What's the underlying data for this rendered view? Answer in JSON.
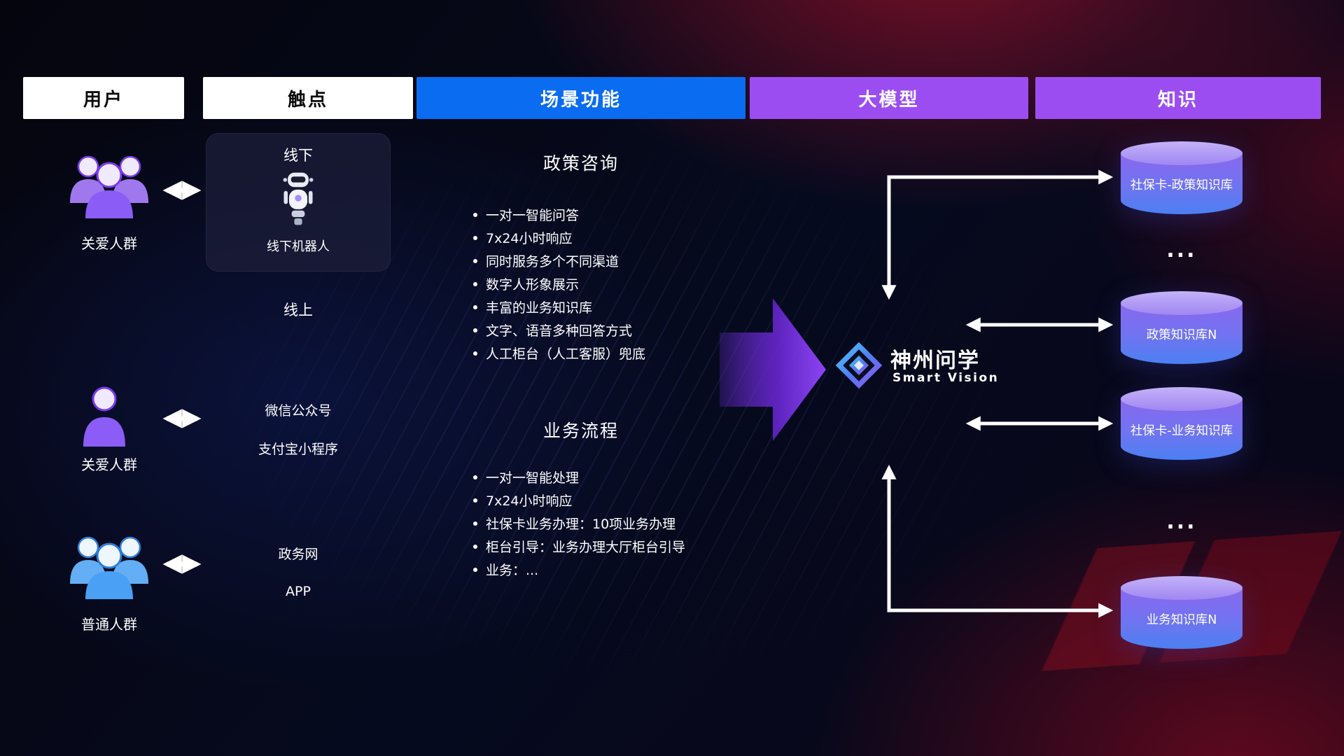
{
  "header": {
    "columns": [
      {
        "label": "用户"
      },
      {
        "label": "触点"
      },
      {
        "label": "场景功能"
      },
      {
        "label": "大模型"
      },
      {
        "label": "知识"
      }
    ]
  },
  "users": [
    {
      "label": "关爱人群"
    },
    {
      "label": "关爱人群"
    },
    {
      "label": "普通人群"
    }
  ],
  "touchpoints": {
    "offline_title": "线下",
    "offline_robot": "线下机器人",
    "online_title": "线上",
    "wechat": "微信公众号",
    "alipay": "支付宝小程序",
    "gov": "政务网",
    "app": "APP"
  },
  "scenes": [
    {
      "title": "政策咨询",
      "items": [
        "一对一智能问答",
        "7x24小时响应",
        "同时服务多个不同渠道",
        "数字人形象展示",
        "丰富的业务知识库",
        "文字、语音多种回答方式",
        "人工柜台（人工客服）兜底"
      ]
    },
    {
      "title": "业务流程",
      "items": [
        "一对一智能处理",
        "7x24小时响应",
        "社保卡业务办理：10项业务办理",
        "柜台引导：业务办理大厅柜台引导",
        "业务：..."
      ]
    }
  ],
  "model": {
    "name": "神州问学",
    "subtitle": "Smart Vision"
  },
  "knowledge": {
    "ellipsis": "...",
    "cylinders": [
      {
        "label": "社保卡-政策知识库"
      },
      {
        "label": "政策知识库N"
      },
      {
        "label": "社保卡-业务知识库"
      },
      {
        "label": "业务知识库N"
      }
    ]
  },
  "colors": {
    "header_blue": "#0a6cf0",
    "header_purple": "#9c4df2",
    "header_white": "#ffffff",
    "cylinder_top": "#b3a0f5",
    "cylinder_body_top": "#8a68ef",
    "cylinder_body_bottom": "#4b80f2",
    "user_purple": "#8b5cf6",
    "user_blue": "#49a0f4",
    "arrow_white": "#ffffff",
    "flow_arrow_purple": "#8d45f5",
    "background_red_glow": "#cd122d",
    "background_blue_glow": "#192d96"
  }
}
